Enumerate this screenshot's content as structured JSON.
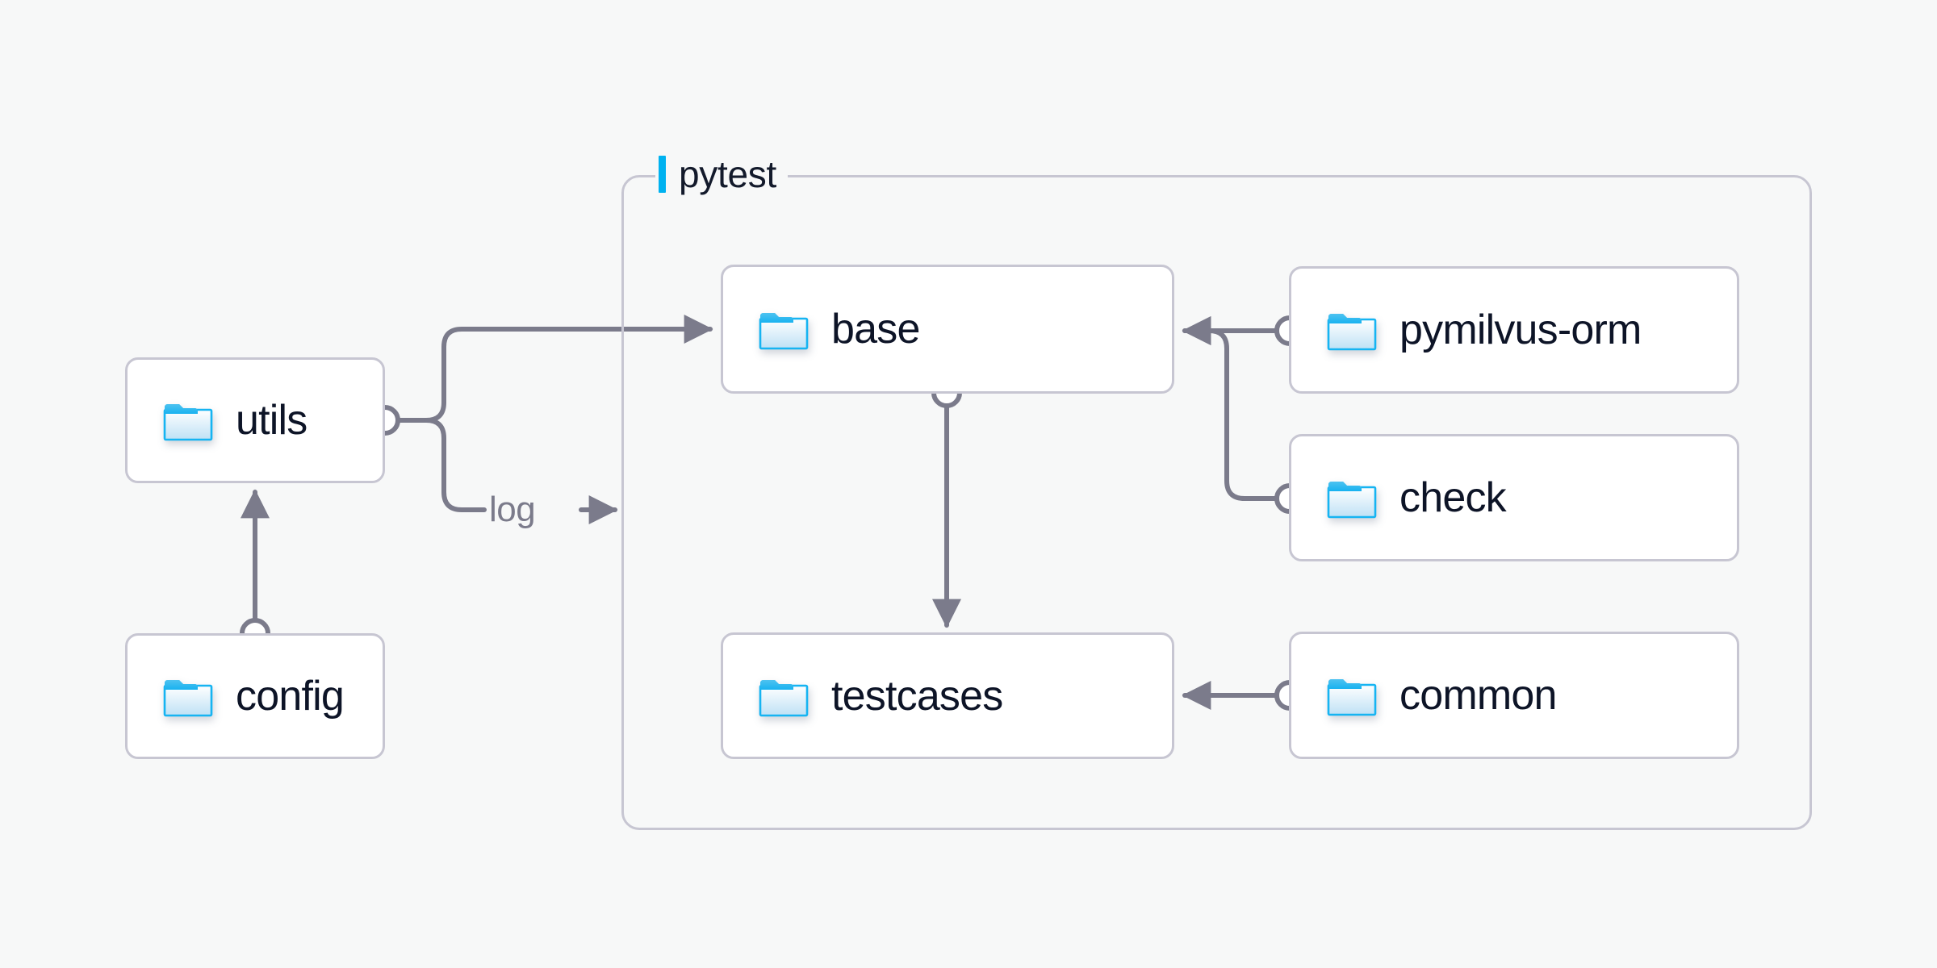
{
  "diagram": {
    "background_color": "#f7f8f8",
    "accent_color": "#00b2f0",
    "edge_color": "#7b7b8b",
    "box_border_color": "#c7c6d2",
    "text_color": "#0d1427",
    "group": {
      "name": "pytest-group",
      "label": "pytest"
    },
    "nodes": [
      {
        "id": "utils",
        "label": "utils",
        "icon": "folder-icon"
      },
      {
        "id": "config",
        "label": "config",
        "icon": "folder-icon"
      },
      {
        "id": "base",
        "label": "base",
        "icon": "folder-icon"
      },
      {
        "id": "testcases",
        "label": "testcases",
        "icon": "folder-icon"
      },
      {
        "id": "pymilvus-orm",
        "label": "pymilvus-orm",
        "icon": "folder-icon"
      },
      {
        "id": "check",
        "label": "check",
        "icon": "folder-icon"
      },
      {
        "id": "common",
        "label": "common",
        "icon": "folder-icon"
      }
    ],
    "edges": [
      {
        "id": "utils-base",
        "from": "utils",
        "to": "base",
        "label": ""
      },
      {
        "id": "utils-log",
        "from": "utils",
        "to": "pytest",
        "label": "log"
      },
      {
        "id": "config-utils",
        "from": "config",
        "to": "utils",
        "label": ""
      },
      {
        "id": "base-testcases",
        "from": "base",
        "to": "testcases",
        "label": ""
      },
      {
        "id": "pymilvusorm-base",
        "from": "pymilvus-orm",
        "to": "base",
        "label": ""
      },
      {
        "id": "check-base",
        "from": "check",
        "to": "base",
        "label": ""
      },
      {
        "id": "common-testcases",
        "from": "common",
        "to": "testcases",
        "label": ""
      }
    ]
  }
}
